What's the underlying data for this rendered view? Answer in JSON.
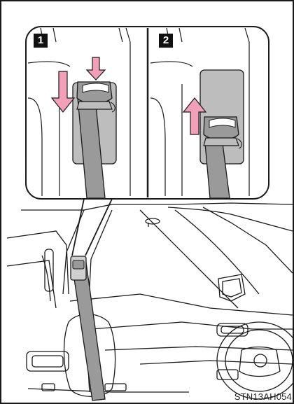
{
  "figure": {
    "steps": [
      {
        "number": "1",
        "arrows": [
          "down",
          "down"
        ],
        "arrow_color": "#f2a0b8"
      },
      {
        "number": "2",
        "arrows": [
          "up"
        ],
        "arrow_color": "#f2a0b8"
      }
    ],
    "figure_code": "STN13AH054",
    "colors": {
      "outline": "#1a1a1a",
      "belt": "#9a9a9a",
      "panel": "#bdbdbd",
      "arrow": "#f2a0b8",
      "background": "#ffffff"
    },
    "icons": [
      "seat-belt-anchor-icon",
      "down-arrow-icon",
      "up-arrow-icon"
    ]
  }
}
